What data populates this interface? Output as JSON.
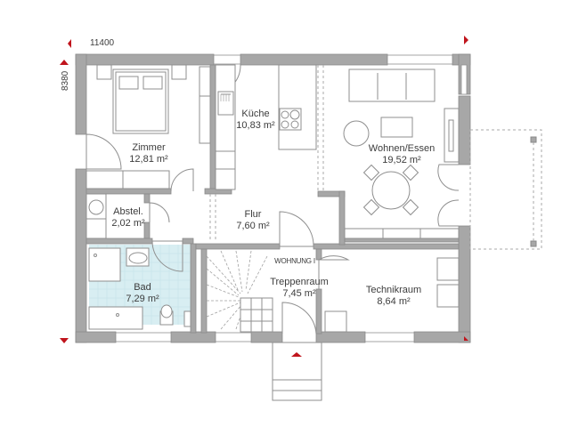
{
  "plan": {
    "dimensions": {
      "width": "11400",
      "height": "8380"
    },
    "accent_color": "#c0141c",
    "wall_color": "#a7a7a7",
    "bath_tile_color": "#d8eef2",
    "rooms": [
      {
        "name": "Zimmer",
        "area": "12,81 m²"
      },
      {
        "name": "Küche",
        "area": "10,83 m²"
      },
      {
        "name": "Wohnen/Essen",
        "area": "19,52 m²"
      },
      {
        "name": "Abstel.",
        "area": "2,02 m²"
      },
      {
        "name": "Flur",
        "area": "7,60 m²"
      },
      {
        "name": "Bad",
        "area": "7,29 m²"
      },
      {
        "name": "Treppenraum",
        "area": "7,45 m²"
      },
      {
        "name": "Technikraum",
        "area": "8,64 m²"
      }
    ],
    "entrance_label": "WOHNUNG I",
    "markers": [
      "arrow-left-top",
      "arrow-up-left",
      "arrow-right-top",
      "arrow-down-left",
      "arrow-up-entrance",
      "arrow-right-bottom"
    ]
  }
}
